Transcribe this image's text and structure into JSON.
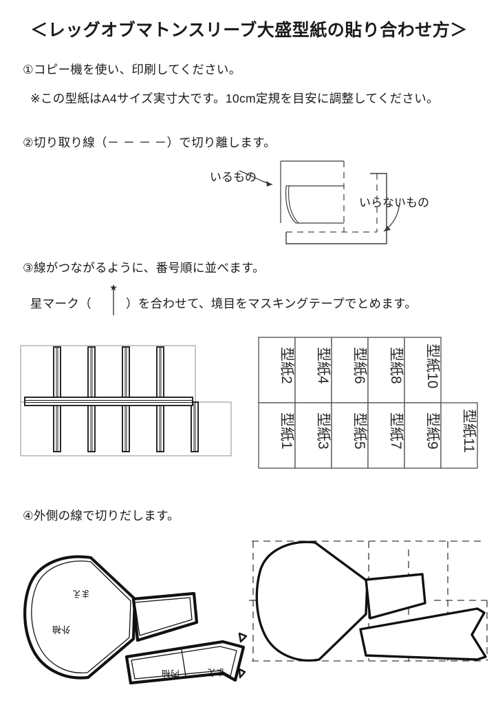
{
  "document": {
    "title": "＜レッグオブマトンスリーブ大盛型紙の貼り合わせ方＞"
  },
  "steps": [
    {
      "id": "step-1",
      "text": "①コピー機を使い、印刷してください。",
      "note": "※この型紙はA4サイズ実寸大です。10cm定規を目安に調整してください。"
    },
    {
      "id": "step-2",
      "text": "②切り取り線（－ － － －）で切り離します。"
    },
    {
      "id": "step-3",
      "text": "③線がつながるように、番号順に並べます。",
      "sub_before": "星マーク（",
      "sub_after": "）を合わせて、境目をマスキングテープでとめます。"
    },
    {
      "id": "step-4",
      "text": "④外側の線で切りだします。"
    }
  ],
  "cut_diagram": {
    "label_keep": "いるもの",
    "label_discard": "いらないもの"
  },
  "pattern_table": {
    "top_row": [
      "型紙2",
      "型紙4",
      "型紙6",
      "型紙8",
      "型紙10"
    ],
    "bottom_row": [
      "型紙1",
      "型紙3",
      "型紙5",
      "型紙7",
      "型紙9",
      "型紙11"
    ]
  },
  "sleeve_labels": {
    "outer_sleeve": "外袖",
    "inner_sleeve": "内袖",
    "front_a": "まえ",
    "front_b": "まえ"
  },
  "colors": {
    "ink": "#1a1a1a",
    "outline": "#000000",
    "thin_rule": "#555555",
    "background": "#ffffff"
  }
}
